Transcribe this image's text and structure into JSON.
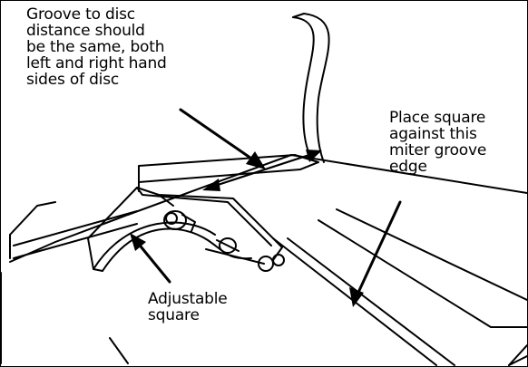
{
  "labels": {
    "groove_to_disc": "Groove to disc\ndistance should\nbe the same, both\nleft and right hand\nsides of disc",
    "place_square": "Place square\nagainst this\nmiter groove\nedge",
    "adjustable_square": "Adjustable\nsquare"
  },
  "colors": {
    "line": "#000000",
    "background": "#ffffff"
  }
}
